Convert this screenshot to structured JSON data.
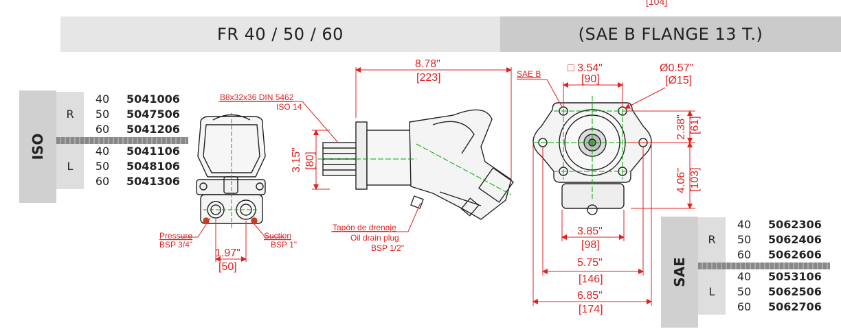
{
  "header": {
    "left_title": "FR 40 / 50 / 60",
    "right_title": "(SAE B FLANGE 13 T.)"
  },
  "top_dim": "[104]",
  "iso": {
    "label": "ISO",
    "rows_r": {
      "letter": "R",
      "items": [
        {
          "size": "40",
          "code": "5041006"
        },
        {
          "size": "50",
          "code": "5047506"
        },
        {
          "size": "60",
          "code": "5041206"
        }
      ]
    },
    "rows_l": {
      "letter": "L",
      "items": [
        {
          "size": "40",
          "code": "5041106"
        },
        {
          "size": "50",
          "code": "5048106"
        },
        {
          "size": "60",
          "code": "5041306"
        }
      ]
    }
  },
  "sae": {
    "label": "SAE",
    "rows_r": {
      "letter": "R",
      "items": [
        {
          "size": "40",
          "code": "5062306"
        },
        {
          "size": "50",
          "code": "5062406"
        },
        {
          "size": "60",
          "code": "5062606"
        }
      ]
    },
    "rows_l": {
      "letter": "L",
      "items": [
        {
          "size": "40",
          "code": "5053106"
        },
        {
          "size": "50",
          "code": "5062506"
        },
        {
          "size": "60",
          "code": "5062706"
        }
      ]
    }
  },
  "front_view": {
    "pressure": "Pressure",
    "pressure_bsp": "BSP 3/4\"",
    "suction": "Suction",
    "suction_bsp": "BSP 1\"",
    "port_dist_in": "1.97\"",
    "port_dist_mm": "[50]"
  },
  "side_view": {
    "spline": "B8x32x36 DIN 5462",
    "spline_iso": "ISO 14",
    "length_in": "8.78\"",
    "length_mm": "[223]",
    "height_in": "3.15\"",
    "height_mm": "[80]",
    "drain_es": "Tapón de drenaje",
    "drain_en": "Oil drain plug",
    "drain_bsp": "BSP 1/2\""
  },
  "flange_view": {
    "sae_b": "SAE B",
    "square_in": "□ 3.54\"",
    "square_mm": "[90]",
    "hole_in": "Ø0.57\"",
    "hole_mm": "[Ø15]",
    "v1_in": "2.38\"",
    "v1_mm": "[61]",
    "v2_in": "4.06\"",
    "v2_mm": "[103]",
    "w1_in": "3.85\"",
    "w1_mm": "[98]",
    "w2_in": "5.75\"",
    "w2_mm": "[146]",
    "w3_in": "6.85\"",
    "w3_mm": "[174]"
  }
}
